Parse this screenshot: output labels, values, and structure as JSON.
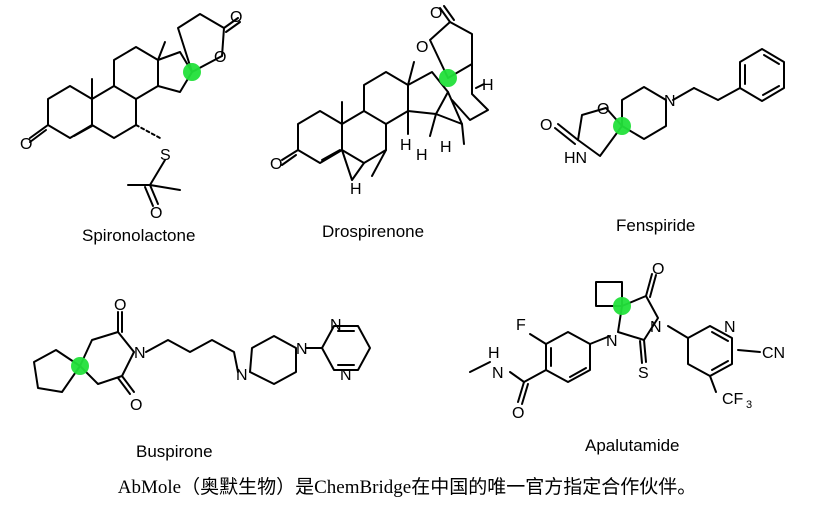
{
  "molecules": [
    {
      "name": "Spironolactone"
    },
    {
      "name": "Drospirenone"
    },
    {
      "name": "Fenspiride"
    },
    {
      "name": "Buspirone"
    },
    {
      "name": "Apalutamide"
    }
  ],
  "atoms": {
    "O": "O",
    "S": "S",
    "H": "H",
    "N": "N",
    "HN": "HN",
    "F": "F",
    "CN": "CN",
    "CF": "CF",
    "three": "3"
  },
  "footer": {
    "text": "AbMole（奥默生物）是ChemBridge在中国的唯一官方指定合作伙伴。"
  },
  "colors": {
    "spiro_highlight": "#22e03a"
  }
}
